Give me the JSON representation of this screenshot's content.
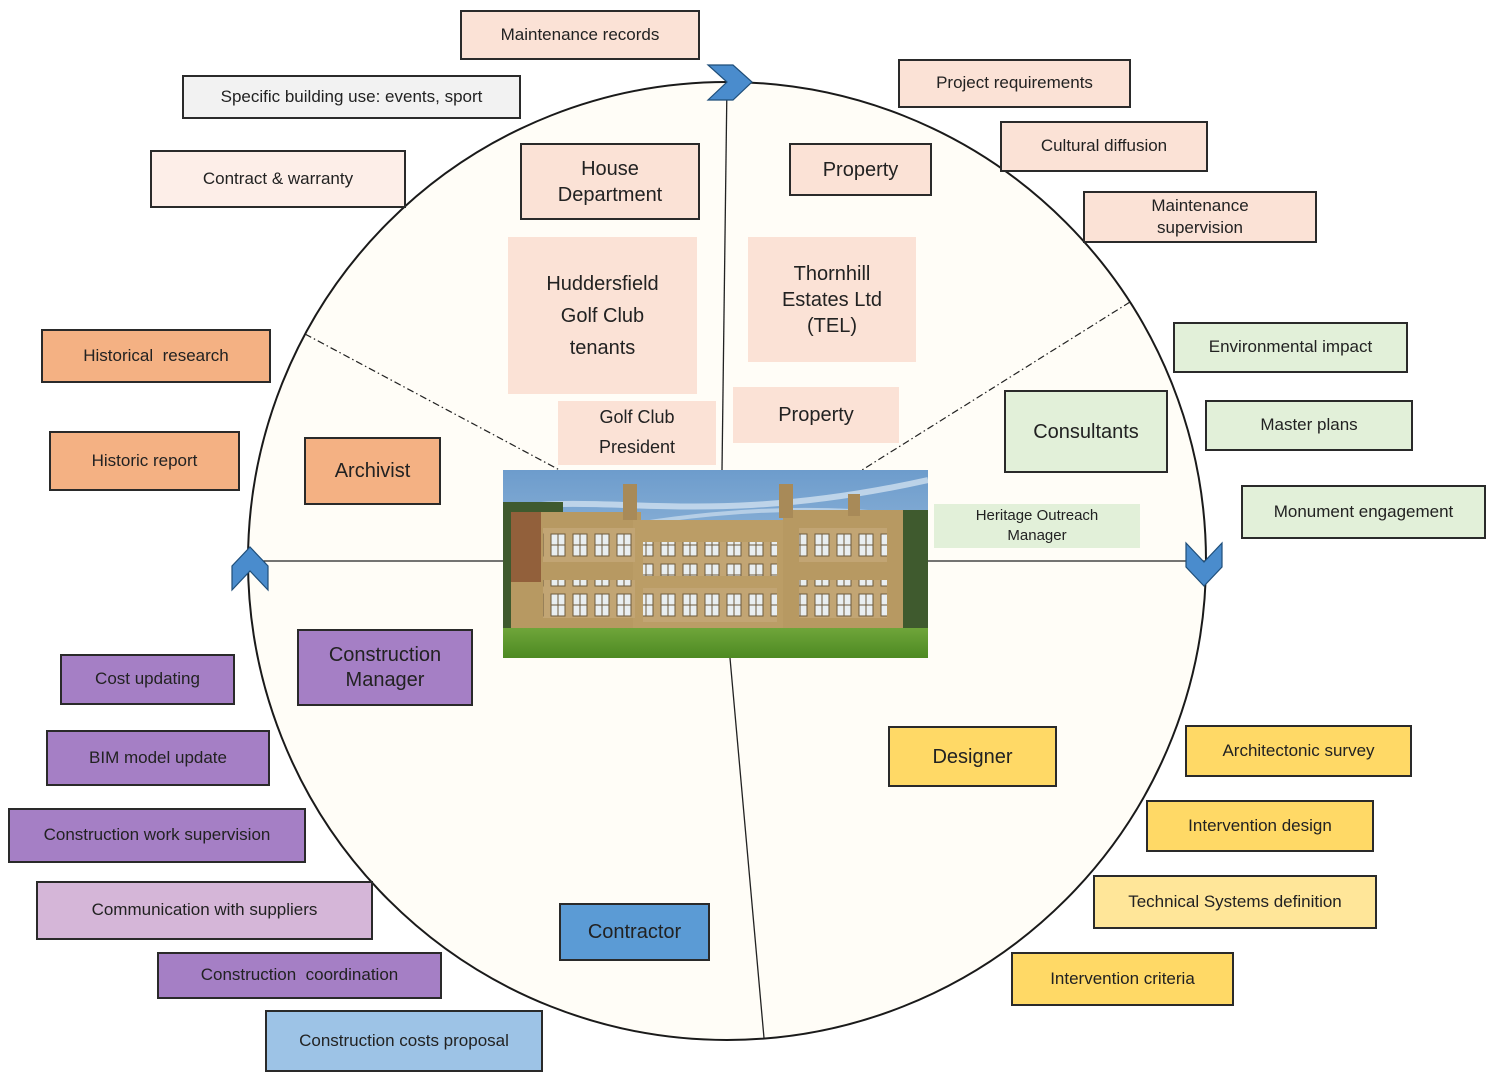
{
  "center": {
    "top_left": {
      "title": "House\nDepartment",
      "group": "Huddersfield\nGolf Club\ntenants",
      "sub": "Golf Club\nPresident"
    },
    "top_right": {
      "title": "Property",
      "group": "Thornhill\nEstates Ltd\n(TEL)",
      "sub": "Property"
    },
    "right": {
      "title": "Consultants",
      "sub": "Heritage Outreach\nManager"
    },
    "left": {
      "title": "Archivist"
    },
    "bottom_left": {
      "title": "Construction\nManager"
    },
    "bottom": {
      "title": "Contractor"
    },
    "bottom_right": {
      "title": "Designer"
    }
  },
  "outer": {
    "top": [
      "Maintenance records",
      "Specific building use: events, sport",
      "Contract & warranty"
    ],
    "top_right": [
      "Project requirements",
      "Cultural diffusion",
      "Maintenance\nsupervision"
    ],
    "right": [
      "Environmental impact",
      "Master plans",
      "Monument engagement"
    ],
    "left": [
      "Historical  research",
      "Historic report"
    ],
    "bottom_left": [
      "Cost updating",
      "BIM model update",
      "Construction work supervision",
      "Communication with suppliers",
      "Construction  coordination"
    ],
    "bottom": [
      "Construction costs proposal"
    ],
    "bottom_right": [
      "Architectonic survey",
      "Intervention design",
      "Technical Systems definition",
      "Intervention criteria"
    ]
  },
  "colors": {
    "circle_fill": "#fffdf7",
    "peach": "#fbe2d6",
    "peach_light": "#fdeee8",
    "grey": "#f2f2f2",
    "orange": "#f4b183",
    "green": "#e2f0d9",
    "purple": "#a57fc5",
    "purple_light": "#d5b6d8",
    "blue": "#5b9bd5",
    "blue_light": "#9dc3e6",
    "yellow": "#ffd966",
    "yellow_light": "#ffe699",
    "arrow": "#4a8ccd"
  }
}
